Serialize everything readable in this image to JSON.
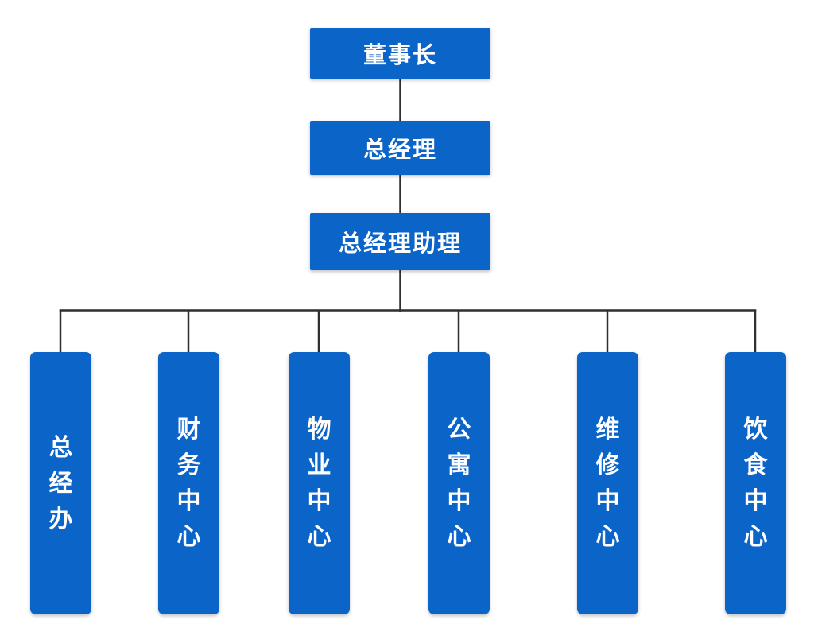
{
  "diagram": {
    "type": "org-chart",
    "orientation": "top-down",
    "levels": 4
  },
  "colors": {
    "node_fill": "#0b64c8",
    "node_text": "#ffffff",
    "connector": "#2f2f2f",
    "background": "#ffffff"
  },
  "nodes": {
    "chairman": {
      "label": "董事长"
    },
    "general_manager": {
      "label": "总经理"
    },
    "gm_assistant": {
      "label": "总经理助理"
    },
    "departments": [
      {
        "label": "总经办"
      },
      {
        "label": "财务中心"
      },
      {
        "label": "物业中心"
      },
      {
        "label": "公寓中心"
      },
      {
        "label": "维修中心"
      },
      {
        "label": "饮食中心"
      }
    ]
  },
  "hierarchy": {
    "root": "董事长",
    "edges": [
      [
        "董事长",
        "总经理"
      ],
      [
        "总经理",
        "总经理助理"
      ],
      [
        "总经理助理",
        "总经办"
      ],
      [
        "总经理助理",
        "财务中心"
      ],
      [
        "总经理助理",
        "物业中心"
      ],
      [
        "总经理助理",
        "公寓中心"
      ],
      [
        "总经理助理",
        "维修中心"
      ],
      [
        "总经理助理",
        "饮食中心"
      ]
    ]
  }
}
